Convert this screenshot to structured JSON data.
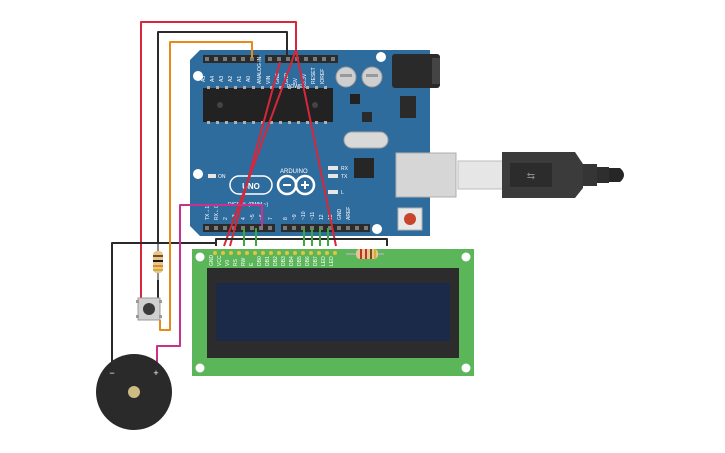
{
  "arduino": {
    "label_analog_in": "ANALOG IN",
    "analog_pins": [
      "A5",
      "A4",
      "A3",
      "A2",
      "A1",
      "A0"
    ],
    "label_power": "POWER",
    "power_pins": [
      "VIN",
      "GND",
      "GND",
      "5V",
      "3.3V",
      "RESET",
      "IOREF"
    ],
    "label_on": "ON",
    "label_uno": "UNO",
    "label_arduino": "ARDUINO",
    "label_tx": "TX",
    "label_rx": "RX",
    "label_l": "L",
    "label_digital": "DIGITAL (PWM ~)",
    "digital_pins": [
      "0",
      "1",
      "2",
      "~3",
      "4",
      "~5",
      "~6",
      "7",
      "8",
      "~9",
      "~10",
      "~11",
      "12",
      "13",
      "GND",
      "AREF"
    ],
    "label_tx_pin": "TX→1",
    "label_rx_pin": "RX←0"
  },
  "lcd": {
    "pin_labels": [
      "GND",
      "VCC",
      "V0",
      "RS",
      "RW",
      "E",
      "DB0",
      "DB1",
      "DB2",
      "DB3",
      "DB4",
      "DB5",
      "DB6",
      "DB7",
      "LED",
      "LED"
    ]
  },
  "buzzer": {
    "minus_label": "−",
    "plus_label": "+"
  },
  "colors": {
    "board_blue": "#2F6C9E",
    "lcd_green": "#5BB559",
    "lcd_screen": "#1C2A4A",
    "wire_red": "#D8263A",
    "wire_black": "#2A2A2A",
    "wire_orange": "#E88A1A",
    "wire_green": "#3CA83C",
    "wire_magenta": "#C8318E"
  }
}
